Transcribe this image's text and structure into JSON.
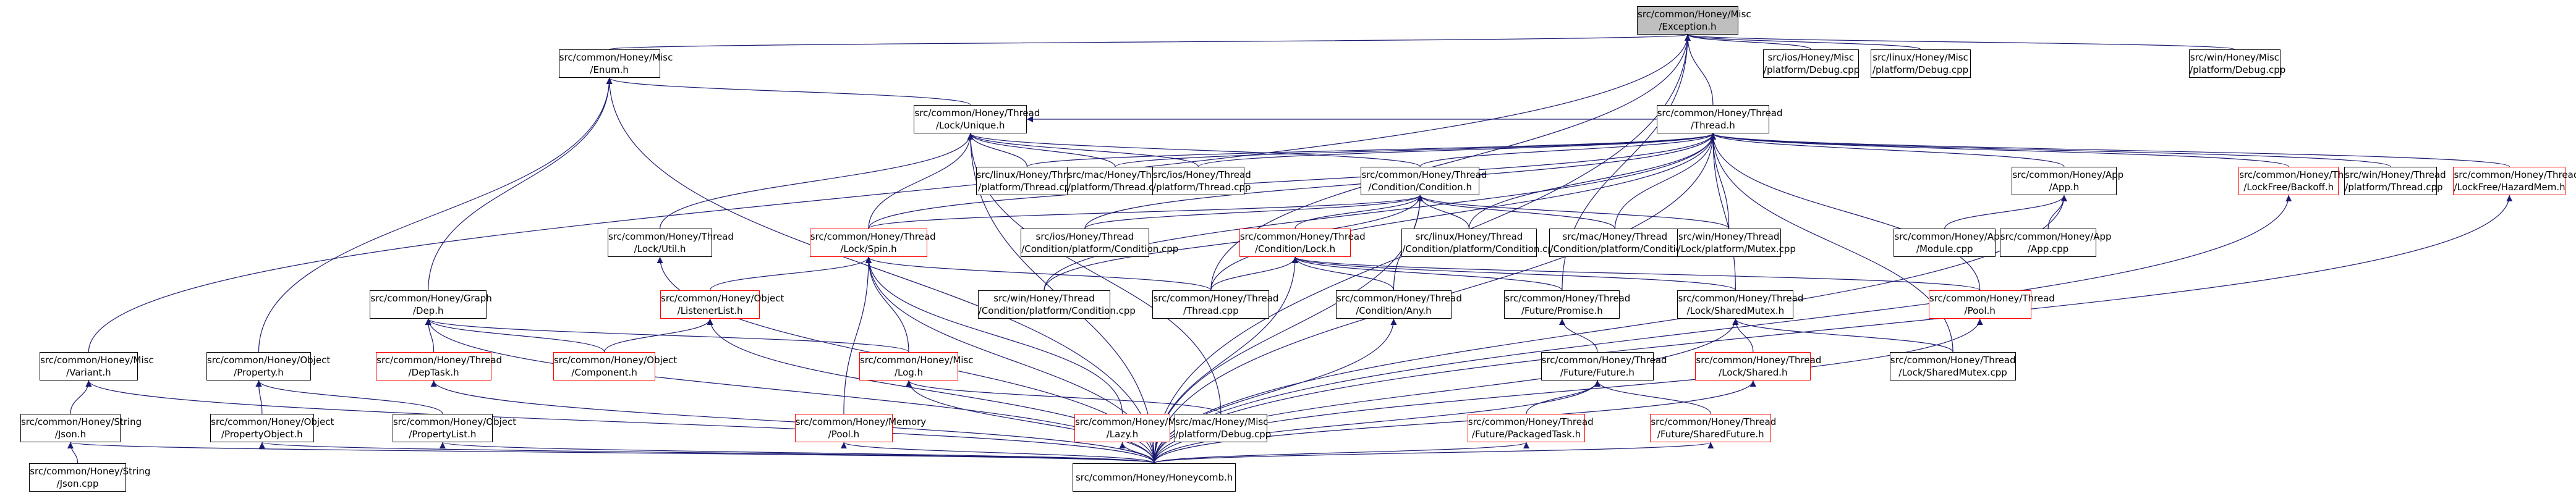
{
  "diagram": {
    "edge_color": "#191970",
    "colors": {
      "node_border": "#000000",
      "incomplete_border": "#ff0000",
      "root_fill": "#bfbfbf"
    },
    "nodes": [
      {
        "id": "exception",
        "lines": [
          "src/common/Honey/Misc",
          "/Exception.h"
        ],
        "style": "root"
      },
      {
        "id": "enum",
        "lines": [
          "src/common/Honey/Misc",
          "/Enum.h"
        ],
        "style": "normal"
      },
      {
        "id": "ios_debug",
        "lines": [
          "src/ios/Honey/Misc",
          "/platform/Debug.cpp"
        ],
        "style": "normal"
      },
      {
        "id": "linux_debug",
        "lines": [
          "src/linux/Honey/Misc",
          "/platform/Debug.cpp"
        ],
        "style": "normal"
      },
      {
        "id": "win_debug",
        "lines": [
          "src/win/Honey/Misc",
          "/platform/Debug.cpp"
        ],
        "style": "normal"
      },
      {
        "id": "unique",
        "lines": [
          "src/common/Honey/Thread",
          "/Lock/Unique.h"
        ],
        "style": "normal"
      },
      {
        "id": "thread_h",
        "lines": [
          "src/common/Honey/Thread",
          "/Thread.h"
        ],
        "style": "normal"
      },
      {
        "id": "linux_thread",
        "lines": [
          "src/linux/Honey/Thread",
          "/platform/Thread.cpp"
        ],
        "style": "normal"
      },
      {
        "id": "mac_thread",
        "lines": [
          "src/mac/Honey/Thread",
          "/platform/Thread.cpp"
        ],
        "style": "normal"
      },
      {
        "id": "ios_thread",
        "lines": [
          "src/ios/Honey/Thread",
          "/platform/Thread.cpp"
        ],
        "style": "normal"
      },
      {
        "id": "condition",
        "lines": [
          "src/common/Honey/Thread",
          "/Condition/Condition.h"
        ],
        "style": "normal"
      },
      {
        "id": "app_h",
        "lines": [
          "src/common/Honey/App",
          "/App.h"
        ],
        "style": "normal"
      },
      {
        "id": "backoff",
        "lines": [
          "src/common/Honey/Thread",
          "/LockFree/Backoff.h"
        ],
        "style": "red"
      },
      {
        "id": "win_thread",
        "lines": [
          "src/win/Honey/Thread",
          "/platform/Thread.cpp"
        ],
        "style": "normal"
      },
      {
        "id": "hazard",
        "lines": [
          "src/common/Honey/Thread",
          "/LockFree/HazardMem.h"
        ],
        "style": "red"
      },
      {
        "id": "lock_util",
        "lines": [
          "src/common/Honey/Thread",
          "/Lock/Util.h"
        ],
        "style": "normal"
      },
      {
        "id": "spin",
        "lines": [
          "src/common/Honey/Thread",
          "/Lock/Spin.h"
        ],
        "style": "red"
      },
      {
        "id": "ios_cond",
        "lines": [
          "src/ios/Honey/Thread",
          "/Condition/platform/Condition.cpp"
        ],
        "style": "normal"
      },
      {
        "id": "cond_lock",
        "lines": [
          "src/common/Honey/Thread",
          "/Condition/Lock.h"
        ],
        "style": "red"
      },
      {
        "id": "linux_cond",
        "lines": [
          "src/linux/Honey/Thread",
          "/Condition/platform/Condition.cpp"
        ],
        "style": "normal"
      },
      {
        "id": "mac_cond",
        "lines": [
          "src/mac/Honey/Thread",
          "/Condition/platform/Condition.cpp"
        ],
        "style": "normal"
      },
      {
        "id": "win_mutex",
        "lines": [
          "src/win/Honey/Thread",
          "/Lock/platform/Mutex.cpp"
        ],
        "style": "normal"
      },
      {
        "id": "app_module",
        "lines": [
          "src/common/Honey/App",
          "/Module.cpp"
        ],
        "style": "normal"
      },
      {
        "id": "app_cpp",
        "lines": [
          "src/common/Honey/App",
          "/App.cpp"
        ],
        "style": "normal"
      },
      {
        "id": "graph_dep",
        "lines": [
          "src/common/Honey/Graph",
          "/Dep.h"
        ],
        "style": "normal"
      },
      {
        "id": "listener",
        "lines": [
          "src/common/Honey/Object",
          "/ListenerList.h"
        ],
        "style": "red"
      },
      {
        "id": "win_cond",
        "lines": [
          "src/win/Honey/Thread",
          "/Condition/platform/Condition.cpp"
        ],
        "style": "normal"
      },
      {
        "id": "thread_cpp",
        "lines": [
          "src/common/Honey/Thread",
          "/Thread.cpp"
        ],
        "style": "normal"
      },
      {
        "id": "cond_any",
        "lines": [
          "src/common/Honey/Thread",
          "/Condition/Any.h"
        ],
        "style": "normal"
      },
      {
        "id": "promise",
        "lines": [
          "src/common/Honey/Thread",
          "/Future/Promise.h"
        ],
        "style": "normal"
      },
      {
        "id": "shared_mutex",
        "lines": [
          "src/common/Honey/Thread",
          "/Lock/SharedMutex.h"
        ],
        "style": "normal"
      },
      {
        "id": "pool",
        "lines": [
          "src/common/Honey/Thread",
          "/Pool.h"
        ],
        "style": "red"
      },
      {
        "id": "variant",
        "lines": [
          "src/common/Honey/Misc",
          "/Variant.h"
        ],
        "style": "normal"
      },
      {
        "id": "property",
        "lines": [
          "src/common/Honey/Object",
          "/Property.h"
        ],
        "style": "normal"
      },
      {
        "id": "deptask",
        "lines": [
          "src/common/Honey/Thread",
          "/DepTask.h"
        ],
        "style": "red"
      },
      {
        "id": "component",
        "lines": [
          "src/common/Honey/Object",
          "/Component.h"
        ],
        "style": "red"
      },
      {
        "id": "log",
        "lines": [
          "src/common/Honey/Misc",
          "/Log.h"
        ],
        "style": "red"
      },
      {
        "id": "future",
        "lines": [
          "src/common/Honey/Thread",
          "/Future/Future.h"
        ],
        "style": "normal"
      },
      {
        "id": "lock_shared",
        "lines": [
          "src/common/Honey/Thread",
          "/Lock/Shared.h"
        ],
        "style": "red"
      },
      {
        "id": "shared_mutex_cpp",
        "lines": [
          "src/common/Honey/Thread",
          "/Lock/SharedMutex.cpp"
        ],
        "style": "normal"
      },
      {
        "id": "json_h",
        "lines": [
          "src/common/Honey/String",
          "/Json.h"
        ],
        "style": "normal"
      },
      {
        "id": "prop_object",
        "lines": [
          "src/common/Honey/Object",
          "/PropertyObject.h"
        ],
        "style": "normal"
      },
      {
        "id": "prop_list",
        "lines": [
          "src/common/Honey/Object",
          "/PropertyList.h"
        ],
        "style": "normal"
      },
      {
        "id": "pool_mem",
        "lines": [
          "src/common/Honey/Memory",
          "/Pool.h"
        ],
        "style": "red"
      },
      {
        "id": "lazy",
        "lines": [
          "src/common/Honey/Misc",
          "/Lazy.h"
        ],
        "style": "red"
      },
      {
        "id": "mac_debug",
        "lines": [
          "src/mac/Honey/Misc",
          "/platform/Debug.cpp"
        ],
        "style": "normal"
      },
      {
        "id": "packaged",
        "lines": [
          "src/common/Honey/Thread",
          "/Future/PackagedTask.h"
        ],
        "style": "red"
      },
      {
        "id": "shared_future",
        "lines": [
          "src/common/Honey/Thread",
          "/Future/SharedFuture.h"
        ],
        "style": "red"
      },
      {
        "id": "json_cpp",
        "lines": [
          "src/common/Honey/String",
          "/Json.cpp"
        ],
        "style": "normal"
      },
      {
        "id": "honeycomb",
        "lines": [
          "src/common/Honey/Honeycomb.h"
        ],
        "style": "normal"
      }
    ],
    "edges": [
      [
        "enum",
        "exception"
      ],
      [
        "ios_debug",
        "exception"
      ],
      [
        "linux_debug",
        "exception"
      ],
      [
        "win_debug",
        "exception"
      ],
      [
        "thread_h",
        "exception"
      ],
      [
        "variant",
        "exception"
      ],
      [
        "promise",
        "exception"
      ],
      [
        "honeycomb",
        "exception"
      ],
      [
        "thread_cpp",
        "exception"
      ],
      [
        "unique",
        "enum"
      ],
      [
        "graph_dep",
        "enum"
      ],
      [
        "property",
        "enum"
      ],
      [
        "honeycomb",
        "enum"
      ],
      [
        "thread_h",
        "unique"
      ],
      [
        "linux_thread",
        "unique"
      ],
      [
        "mac_thread",
        "unique"
      ],
      [
        "ios_thread",
        "unique"
      ],
      [
        "condition",
        "unique"
      ],
      [
        "lock_util",
        "unique"
      ],
      [
        "spin",
        "unique"
      ],
      [
        "mac_debug",
        "unique"
      ],
      [
        "honeycomb",
        "unique"
      ],
      [
        "linux_thread",
        "thread_h"
      ],
      [
        "mac_thread",
        "thread_h"
      ],
      [
        "ios_thread",
        "thread_h"
      ],
      [
        "condition",
        "thread_h"
      ],
      [
        "app_h",
        "thread_h"
      ],
      [
        "backoff",
        "thread_h"
      ],
      [
        "win_thread",
        "thread_h"
      ],
      [
        "hazard",
        "thread_h"
      ],
      [
        "spin",
        "thread_h"
      ],
      [
        "ios_cond",
        "thread_h"
      ],
      [
        "linux_cond",
        "thread_h"
      ],
      [
        "mac_cond",
        "thread_h"
      ],
      [
        "win_mutex",
        "thread_h"
      ],
      [
        "win_cond",
        "thread_h"
      ],
      [
        "thread_cpp",
        "thread_h"
      ],
      [
        "shared_mutex",
        "thread_h"
      ],
      [
        "pool",
        "thread_h"
      ],
      [
        "shared_mutex_cpp",
        "thread_h"
      ],
      [
        "honeycomb",
        "thread_h"
      ],
      [
        "spin",
        "condition"
      ],
      [
        "ios_cond",
        "condition"
      ],
      [
        "cond_lock",
        "condition"
      ],
      [
        "linux_cond",
        "condition"
      ],
      [
        "mac_cond",
        "condition"
      ],
      [
        "win_mutex",
        "condition"
      ],
      [
        "win_cond",
        "condition"
      ],
      [
        "cond_any",
        "condition"
      ],
      [
        "honeycomb",
        "condition"
      ],
      [
        "app_module",
        "app_h"
      ],
      [
        "app_cpp",
        "app_h"
      ],
      [
        "honeycomb",
        "app_h"
      ],
      [
        "honeycomb",
        "backoff"
      ],
      [
        "honeycomb",
        "hazard"
      ],
      [
        "honeycomb",
        "lock_util"
      ],
      [
        "listener",
        "spin"
      ],
      [
        "thread_cpp",
        "spin"
      ],
      [
        "log",
        "spin"
      ],
      [
        "pool_mem",
        "spin"
      ],
      [
        "lazy",
        "spin"
      ],
      [
        "honeycomb",
        "spin"
      ],
      [
        "thread_cpp",
        "cond_lock"
      ],
      [
        "cond_any",
        "cond_lock"
      ],
      [
        "promise",
        "cond_lock"
      ],
      [
        "shared_mutex",
        "cond_lock"
      ],
      [
        "pool",
        "cond_lock"
      ],
      [
        "honeycomb",
        "cond_lock"
      ],
      [
        "deptask",
        "graph_dep"
      ],
      [
        "component",
        "graph_dep"
      ],
      [
        "log",
        "graph_dep"
      ],
      [
        "honeycomb",
        "graph_dep"
      ],
      [
        "component",
        "listener"
      ],
      [
        "honeycomb",
        "listener"
      ],
      [
        "honeycomb",
        "cond_any"
      ],
      [
        "future",
        "promise"
      ],
      [
        "lock_shared",
        "shared_mutex"
      ],
      [
        "shared_mutex_cpp",
        "shared_mutex"
      ],
      [
        "honeycomb",
        "shared_mutex"
      ],
      [
        "honeycomb",
        "pool"
      ],
      [
        "json_h",
        "variant"
      ],
      [
        "honeycomb",
        "variant"
      ],
      [
        "prop_object",
        "property"
      ],
      [
        "prop_list",
        "property"
      ],
      [
        "honeycomb",
        "deptask"
      ],
      [
        "honeycomb",
        "log"
      ],
      [
        "mac_debug",
        "log"
      ],
      [
        "packaged",
        "future"
      ],
      [
        "shared_future",
        "future"
      ],
      [
        "honeycomb",
        "future"
      ],
      [
        "honeycomb",
        "lock_shared"
      ],
      [
        "json_cpp",
        "json_h"
      ],
      [
        "honeycomb",
        "json_h"
      ],
      [
        "honeycomb",
        "prop_object"
      ],
      [
        "honeycomb",
        "prop_list"
      ],
      [
        "honeycomb",
        "pool_mem"
      ],
      [
        "honeycomb",
        "lazy"
      ],
      [
        "honeycomb",
        "packaged"
      ],
      [
        "honeycomb",
        "shared_future"
      ]
    ]
  }
}
